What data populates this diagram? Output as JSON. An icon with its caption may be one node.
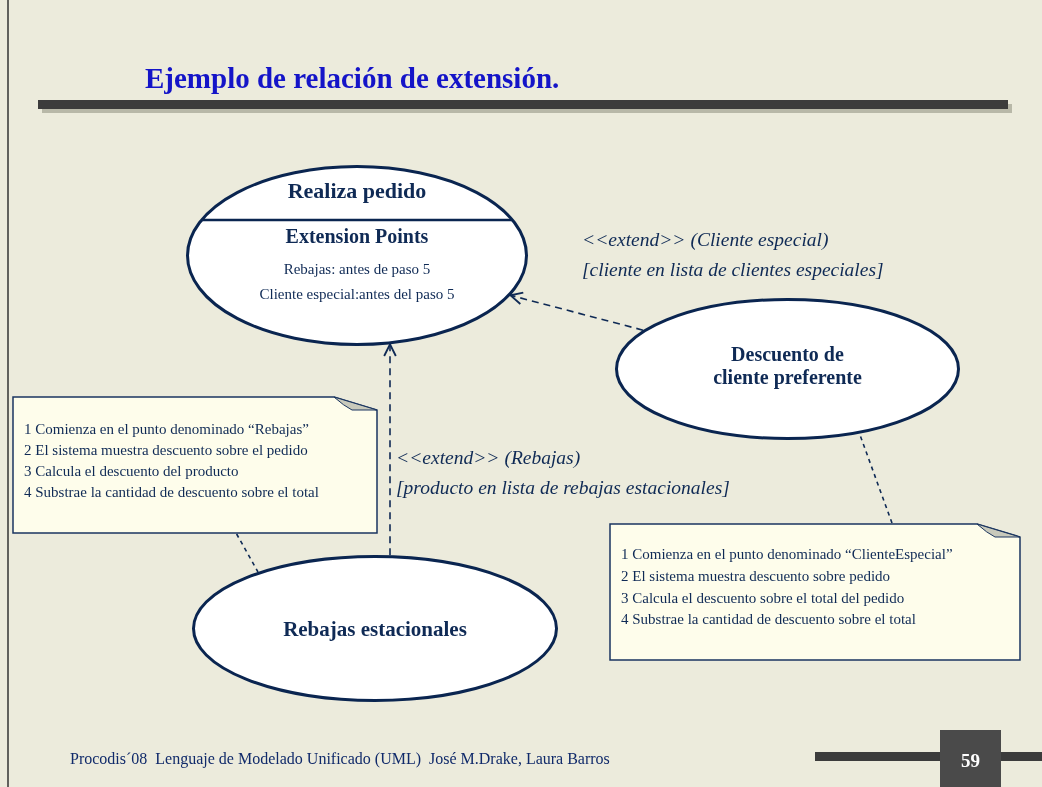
{
  "diagram": {
    "title": "Ejemplo de relación de extensión.",
    "nodes": [
      {
        "text": [
          "Realiza pedido",
          "Extension Points",
          "Rebajas: antes de paso 5",
          "Cliente especial:antes del paso 5"
        ]
      },
      {
        "text": [
          "Descuento de cliente preferente"
        ]
      },
      {
        "text": [
          "1 Comienza en el punto denominado “Rebajas”",
          "2 El sistema muestra descuento sobre el pedido",
          "3 Calcula el descuento del producto",
          "4 Substrae la cantidad de descuento sobre el total"
        ]
      },
      {
        "text": [
          "Rebajas estacionales"
        ]
      },
      {
        "text": [
          "1 Comienza en el punto denominado “ClienteEspecial”",
          "2 El sistema muestra descuento sobre pedido",
          "3 Calcula el descuento sobre el total del pedido",
          "4 Substrae la cantidad de descuento sobre el total"
        ]
      }
    ],
    "edges": [
      {
        "from": 1,
        "to": 0,
        "arrow": "to",
        "style": "dashed",
        "label": "<<extend>> (Cliente especial) [cliente en lista de clientes especiales]"
      },
      {
        "from": 3,
        "to": 0,
        "arrow": "to",
        "style": "dashed",
        "label": "<<extend>> (Rebajas) [producto en lista de rebajas estacionales]"
      },
      {
        "from": 2,
        "to": 3,
        "arrow": "none",
        "style": "dashed"
      },
      {
        "from": 4,
        "to": 1,
        "arrow": "none",
        "style": "dashed"
      }
    ],
    "labels": [
      "Procodis´08  Lenguaje de Modelado Unificado (UML)  José M.Drake, Laura Barros",
      "59"
    ]
  }
}
